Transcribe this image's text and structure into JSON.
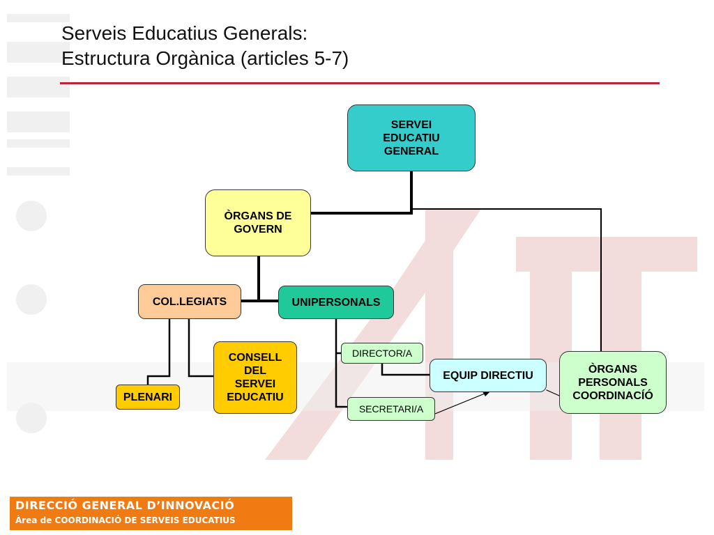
{
  "title": {
    "line1": "Serveis Educatius Generals:",
    "line2": "Estructura Orgànica (articles 5-7)"
  },
  "nodes": {
    "servei_educatiu_general": "SERVEI\nEDUCATIU\nGENERAL",
    "organs_de_govern": "ÒRGANS DE\nGOVERN",
    "col_legiats": "COL.LEGIATS",
    "unipersonals": "UNIPERSONALS",
    "plenari": "PLENARI",
    "consell_del_servei_educatiu": "CONSELL\nDEL\nSERVEI\nEDUCATIU",
    "director": "DIRECTOR/A",
    "secretari": "SECRETARI/A",
    "equip_directiu": "EQUIP DIRECTIU",
    "organs_personals_coordinacio": "ÒRGANS\nPERSONALS\nCOORDINACÍÓ"
  },
  "colors": {
    "title_rule": "#c0223b",
    "servei_educatiu_general": "#35cccc",
    "organs_de_govern": "#ffff99",
    "col_legiats": "#ffcc99",
    "unipersonals": "#1fc99a",
    "plenari": "#ffcc00",
    "consell_del_servei_educatiu": "#ffcc00",
    "director": "#ccffcc",
    "secretari": "#ccffcc",
    "equip_directiu": "#ccffff",
    "organs_personals_coordinacio": "#ccffcc",
    "footer": "#f07b12"
  },
  "footer": {
    "line1": "DIRECCIÓ GENERAL D’INNOVACIÓ",
    "line2": "Àrea de COORDINACIÓ DE SERVEIS EDUCATIUS"
  }
}
